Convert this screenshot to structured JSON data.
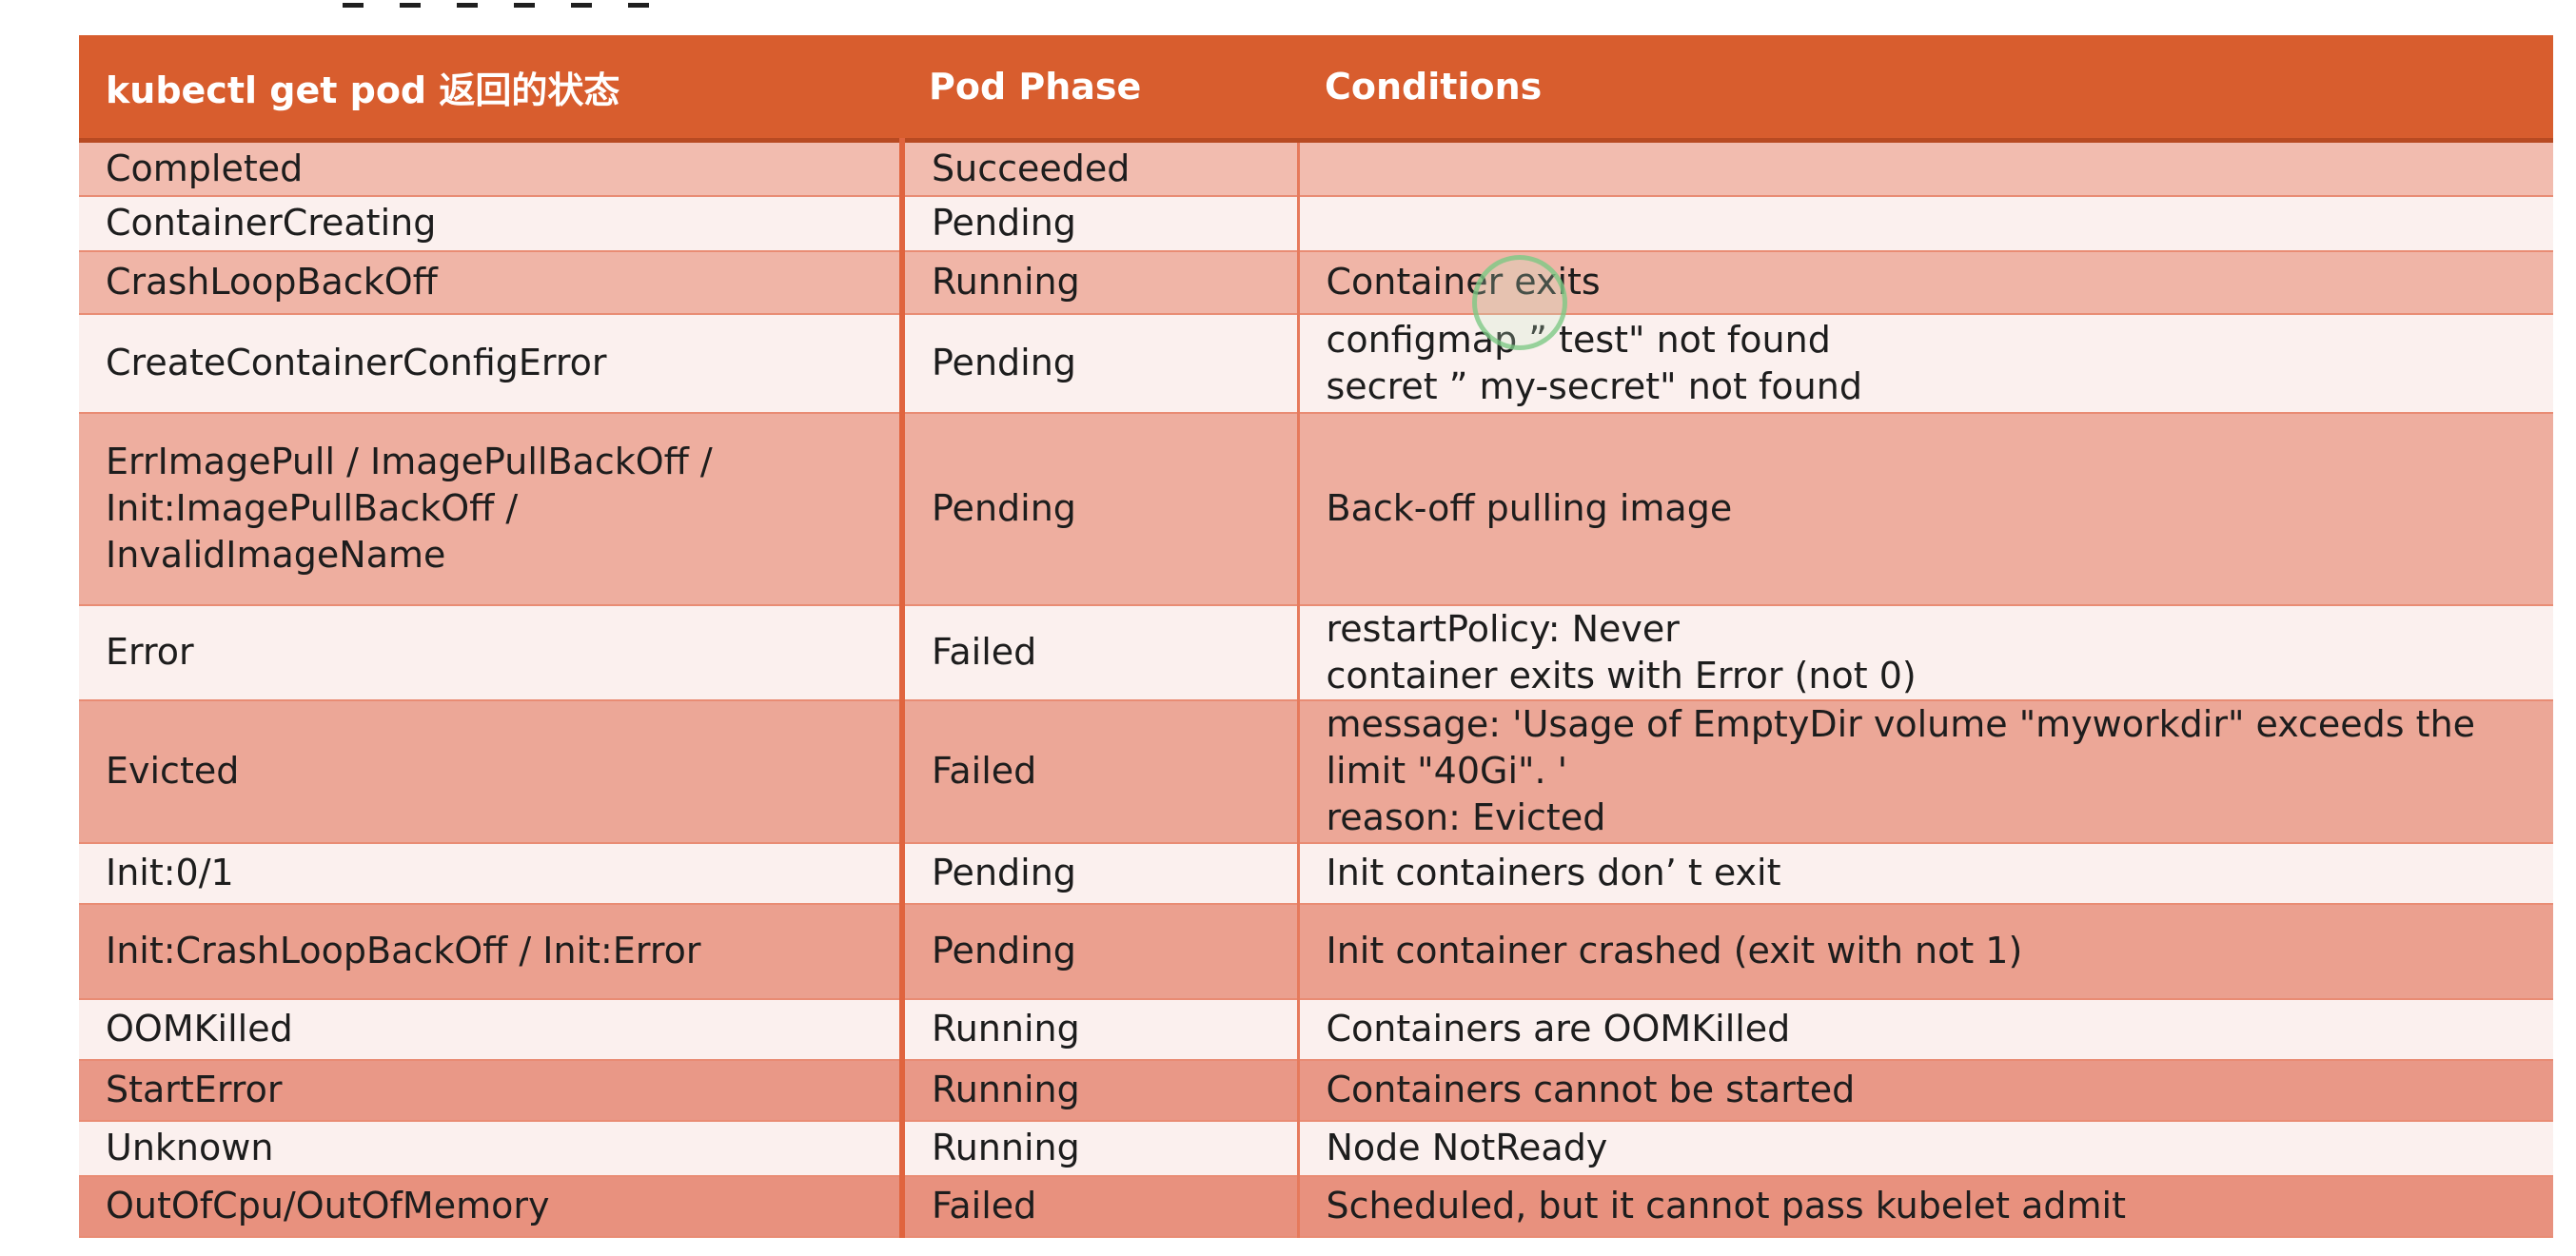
{
  "table": {
    "headers": [
      "kubectl get pod 返回的状态",
      "Pod Phase",
      "Conditions"
    ],
    "rows": [
      {
        "status": "Completed",
        "phase": "Succeeded",
        "conditions": []
      },
      {
        "status": "ContainerCreating",
        "phase": "Pending",
        "conditions": []
      },
      {
        "status": "CrashLoopBackOff",
        "phase": "Running",
        "conditions": [
          "Container exits"
        ]
      },
      {
        "status": "CreateContainerConfigError",
        "phase": "Pending",
        "conditions": [
          "configmap ”  test\" not found",
          "secret ”  my-secret\" not found"
        ]
      },
      {
        "status": "ErrImagePull / ImagePullBackOff / Init:ImagePullBackOff / InvalidImageName",
        "phase": "Pending",
        "conditions": [
          "Back-off pulling image"
        ]
      },
      {
        "status": "Error",
        "phase": "Failed",
        "conditions": [
          "restartPolicy: Never",
          "container exits with Error (not 0)"
        ]
      },
      {
        "status": "Evicted",
        "phase": "Failed",
        "conditions": [
          "message: 'Usage of EmptyDir volume \"myworkdir\" exceeds the",
          "limit \"40Gi\". '",
          "reason: Evicted"
        ]
      },
      {
        "status": "Init:0/1",
        "phase": "Pending",
        "conditions": [
          "Init containers don’  t exit"
        ]
      },
      {
        "status": "Init:CrashLoopBackOff / Init:Error",
        "phase": "Pending",
        "conditions": [
          "Init container crashed (exit with not 1)"
        ]
      },
      {
        "status": "OOMKilled",
        "phase": "Running",
        "conditions": [
          "Containers are OOMKilled"
        ]
      },
      {
        "status": "StartError",
        "phase": "Running",
        "conditions": [
          "Containers cannot be started"
        ]
      },
      {
        "status": "Unknown",
        "phase": "Running",
        "conditions": [
          "Node NotReady"
        ]
      },
      {
        "status": "OutOfCpu/OutOfMemory",
        "phase": "Failed",
        "conditions": [
          "Scheduled, but it cannot pass kubelet admit"
        ]
      }
    ]
  },
  "colors": {
    "header_bg": "#d85d2e",
    "header_text": "#ffffff",
    "row_light": "#fbf0ee",
    "row_tint_start": "#f2bcaf",
    "row_tint_end": "#e8917e",
    "grid_line": "#e0643e",
    "cursor_ring": "#78c882"
  }
}
